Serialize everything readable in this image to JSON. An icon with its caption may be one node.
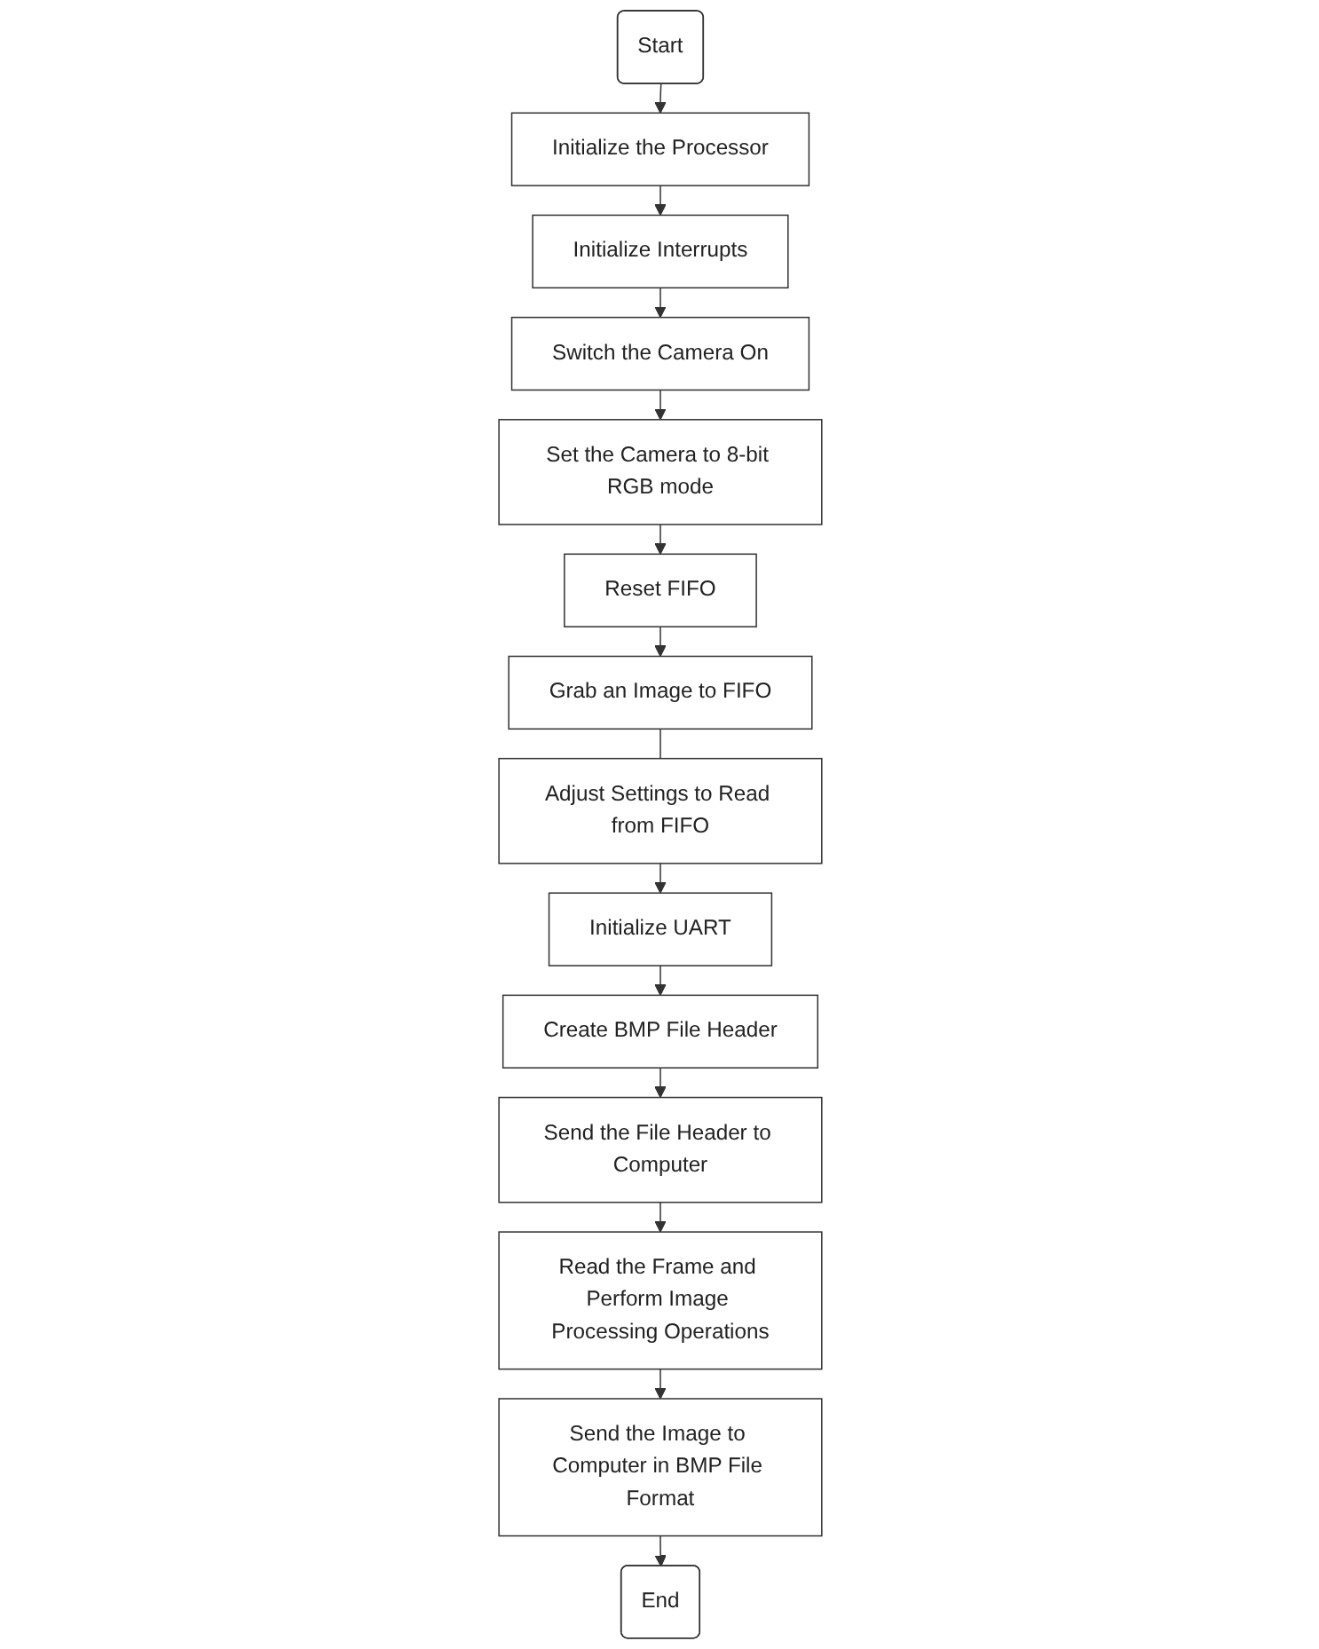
{
  "diagram": {
    "nodes": [
      {
        "text": [
          "Start"
        ]
      },
      {
        "text": [
          "Initialize the Processor"
        ]
      },
      {
        "text": [
          "Initialize Interrupts"
        ]
      },
      {
        "text": [
          "Switch the Camera On"
        ]
      },
      {
        "text": [
          "Set the Camera to 8-bit RGB mode"
        ]
      },
      {
        "text": [
          "Reset FIFO"
        ]
      },
      {
        "text": [
          "Grab an Image to FIFO"
        ]
      },
      {
        "text": [
          "Adjust Settings to Read from FIFO"
        ]
      },
      {
        "text": [
          "Initialize UART"
        ]
      },
      {
        "text": [
          "Create BMP File Header"
        ]
      },
      {
        "text": [
          "Send the File Header to Computer"
        ]
      },
      {
        "text": [
          "Read the Frame and Perform Image Processing Operations"
        ]
      },
      {
        "text": [
          "Send the Image to Computer in BMP File Format"
        ]
      },
      {
        "text": [
          "End"
        ]
      }
    ],
    "edges": [
      {
        "from": 0,
        "to": 1,
        "arrow": "to"
      },
      {
        "from": 1,
        "to": 2,
        "arrow": "to"
      },
      {
        "from": 2,
        "to": 3,
        "arrow": "to"
      },
      {
        "from": 3,
        "to": 4,
        "arrow": "to"
      },
      {
        "from": 4,
        "to": 5,
        "arrow": "to"
      },
      {
        "from": 5,
        "to": 6,
        "arrow": "to"
      },
      {
        "from": 6,
        "to": 7,
        "arrow": "none"
      },
      {
        "from": 7,
        "to": 8,
        "arrow": "to"
      },
      {
        "from": 8,
        "to": 9,
        "arrow": "to"
      },
      {
        "from": 9,
        "to": 10,
        "arrow": "to"
      },
      {
        "from": 10,
        "to": 11,
        "arrow": "to"
      },
      {
        "from": 11,
        "to": 12,
        "arrow": "to"
      },
      {
        "from": 12,
        "to": 13,
        "arrow": "to"
      }
    ]
  }
}
